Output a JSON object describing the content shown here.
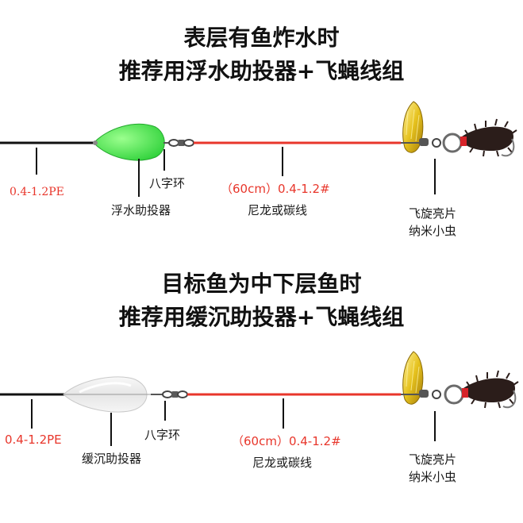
{
  "section_top": {
    "title_line1": "表层有鱼炸水时",
    "title_line2": "推荐用浮水助投器+飞蝇线组",
    "label_pe": "0.4-1.2PE",
    "label_float": "浮水助投器",
    "label_swivel": "八字环",
    "label_leader_spec": "（60cm）0.4-1.2#",
    "label_leader": "尼龙或碳线",
    "label_lure_line1": "飞旋亮片",
    "label_lure_line2": "纳米小虫"
  },
  "section_bottom": {
    "title_line1": "目标鱼为中下层鱼时",
    "title_line2": "推荐用缓沉助投器+飞蝇线组",
    "label_pe": "0.4-1.2PE",
    "label_sink": "缓沉助投器",
    "label_swivel": "八字环",
    "label_leader_spec": "（60cm）0.4-1.2#",
    "label_leader": "尼龙或碳线",
    "label_lure_line1": "飞旋亮片",
    "label_lure_line2": "纳米小虫"
  },
  "colors": {
    "leader_red": "#e8362b",
    "float_green": "#3ef04a",
    "spinner_gold": "#e6c21e",
    "main_line": "#111111"
  }
}
